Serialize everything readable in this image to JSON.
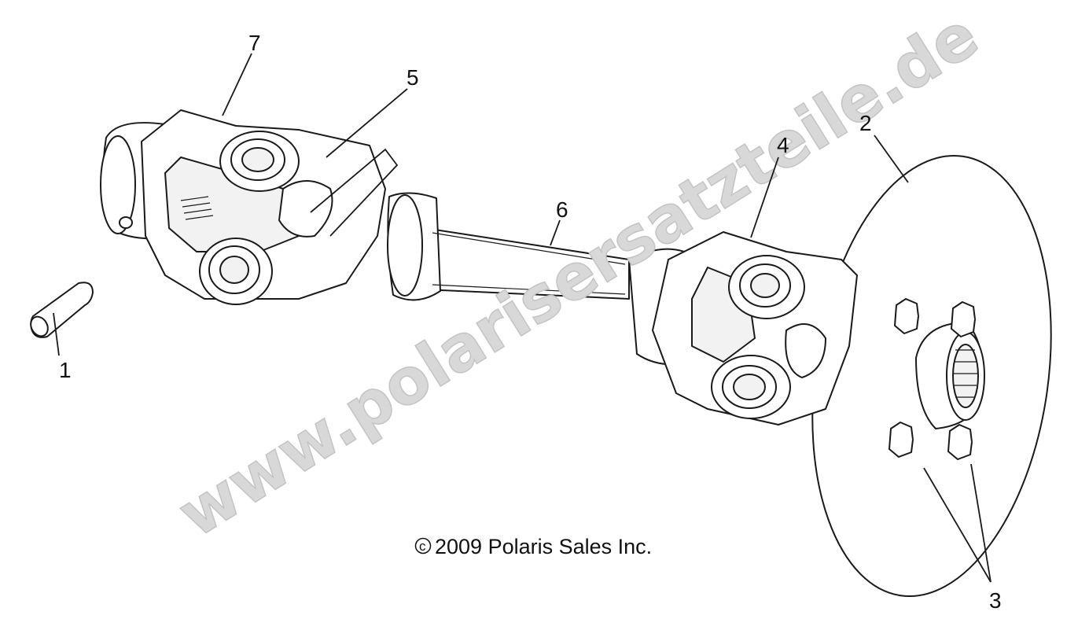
{
  "watermark": "www.polarisersatzteile.de",
  "copyright": {
    "symbol": "c",
    "text": "2009 Polaris Sales Inc."
  },
  "callouts": [
    {
      "id": "1",
      "label": "1"
    },
    {
      "id": "2",
      "label": "2"
    },
    {
      "id": "3",
      "label": "3"
    },
    {
      "id": "4",
      "label": "4"
    },
    {
      "id": "5",
      "label": "5"
    },
    {
      "id": "6",
      "label": "6"
    },
    {
      "id": "7",
      "label": "7"
    }
  ]
}
